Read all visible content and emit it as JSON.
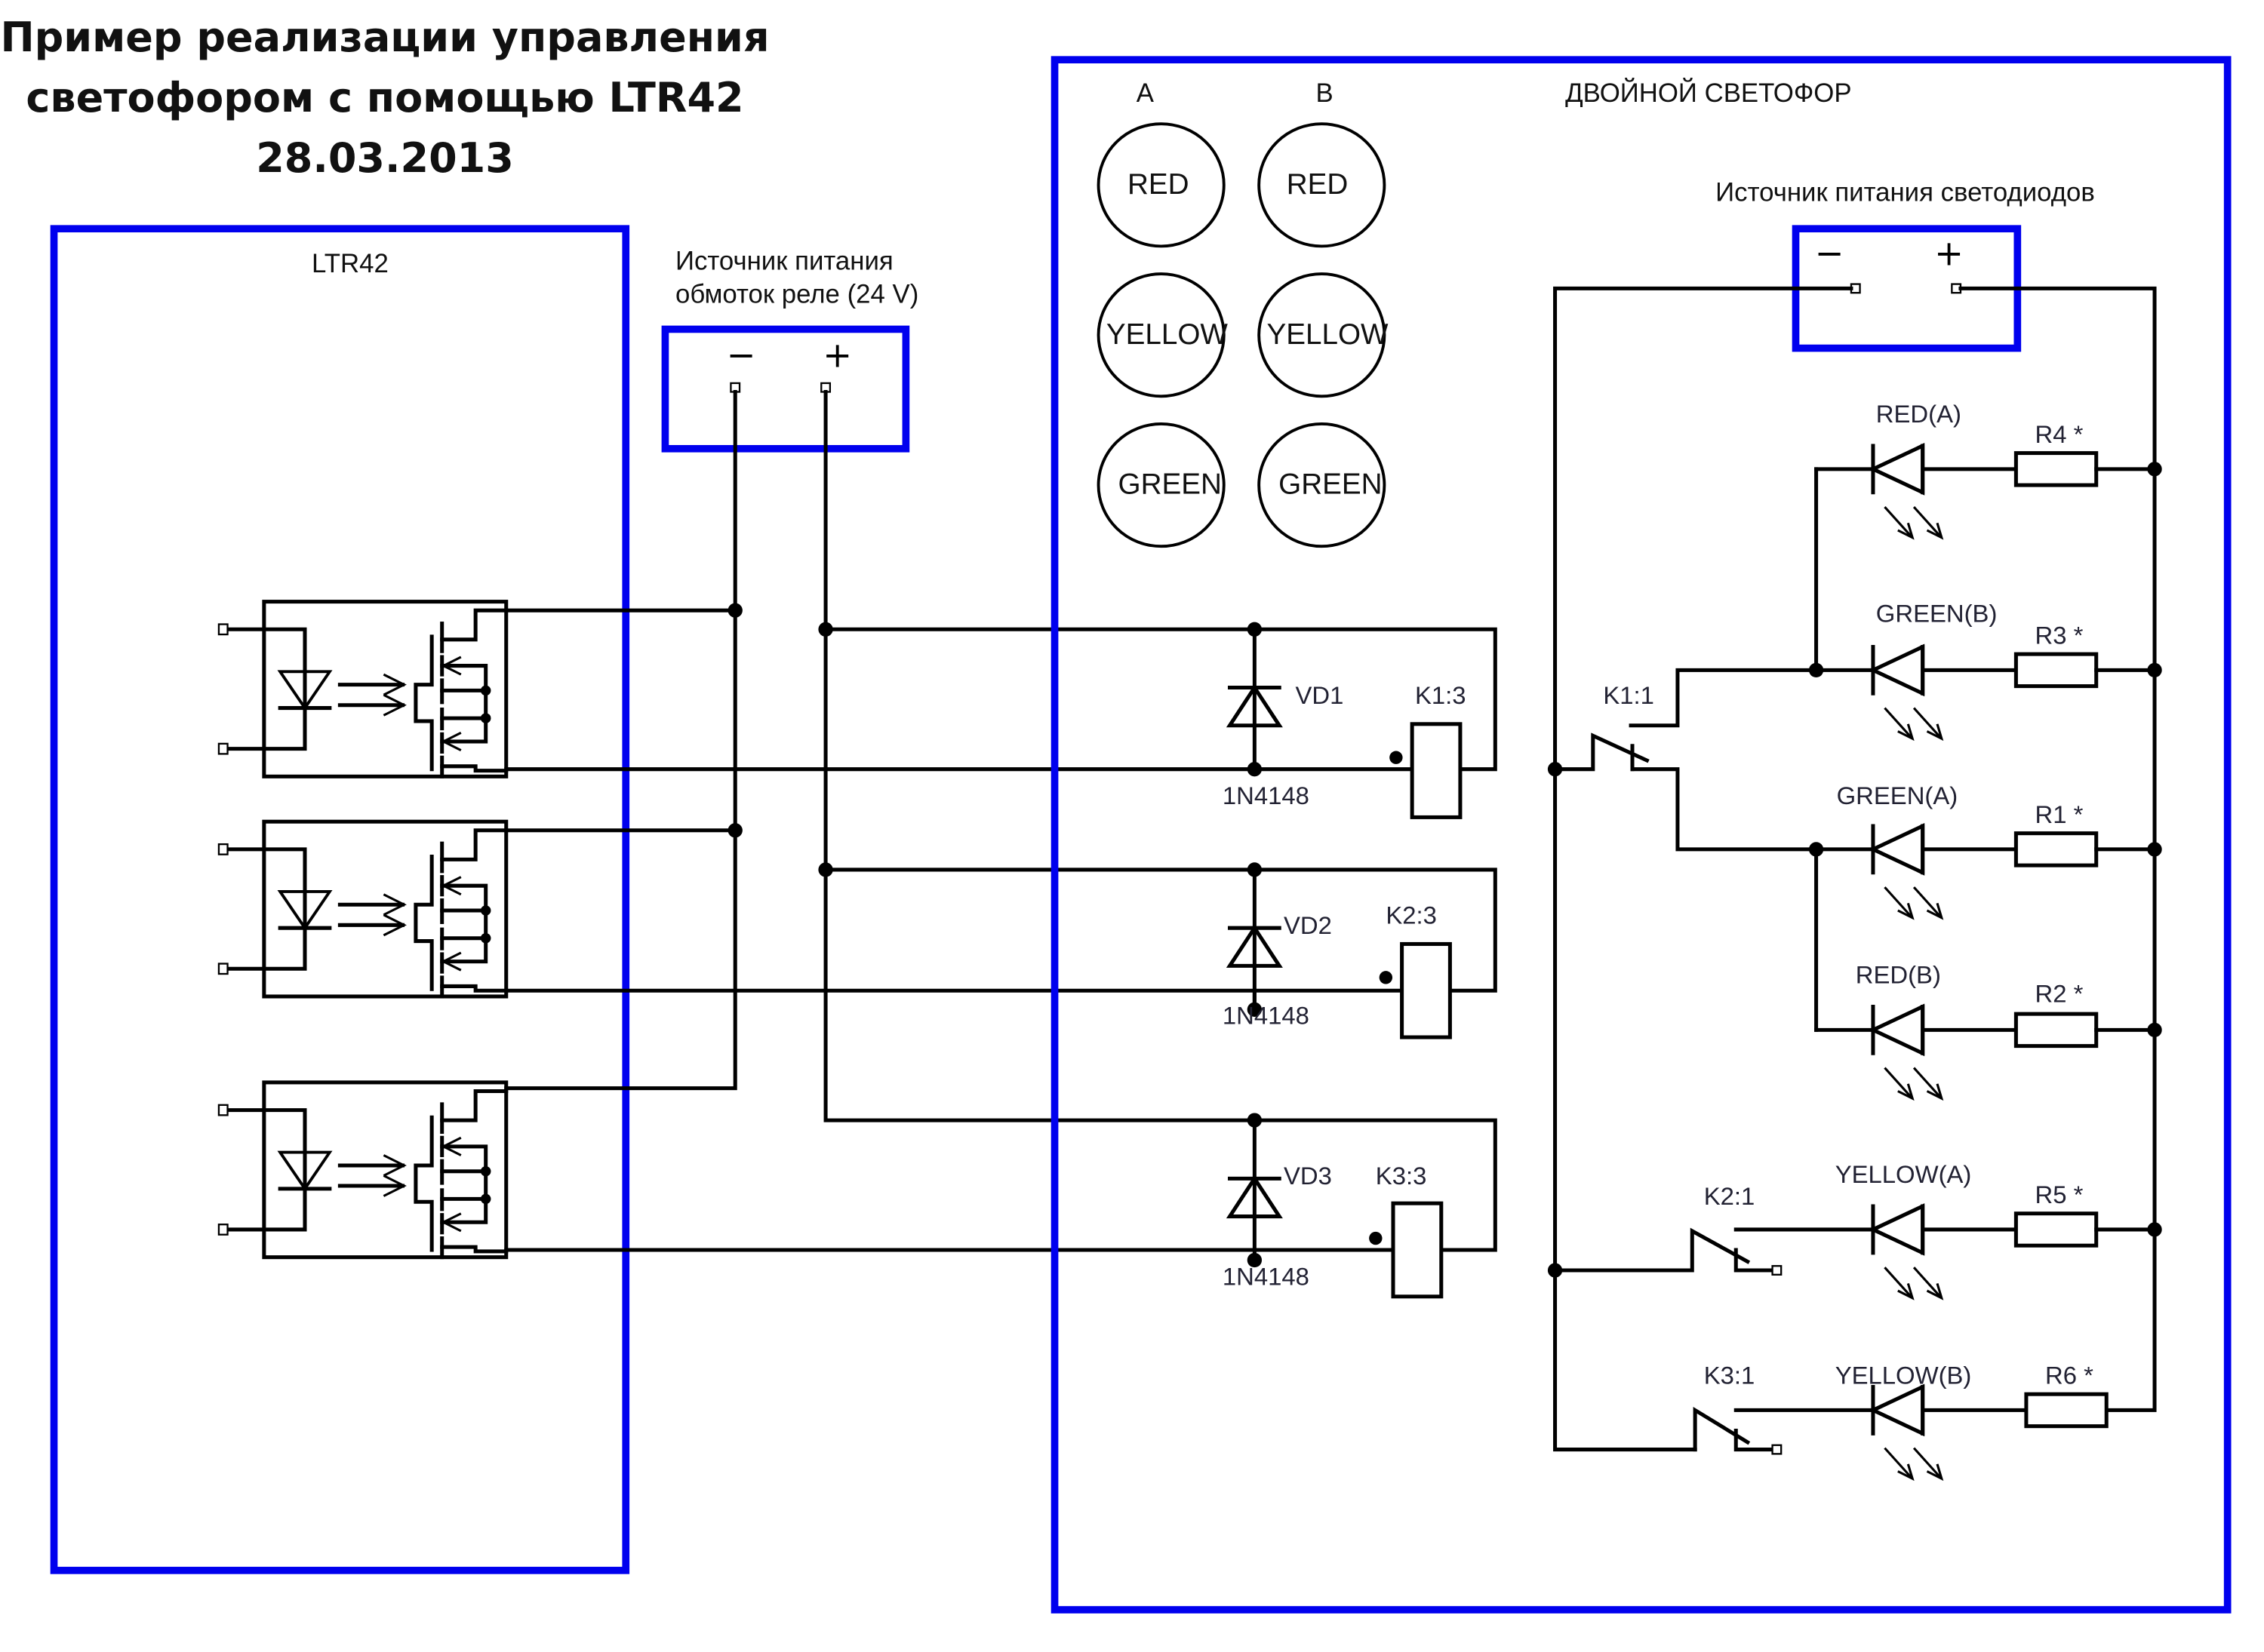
{
  "title": {
    "line1": "Пример реализации управления",
    "line2": "светофором с помощью LTR42",
    "date": "28.03.2013"
  },
  "ltr42": {
    "label": "LTR42",
    "channels": 3
  },
  "relay_psu": {
    "label_line1": "Источник питания",
    "label_line2": "обмоток реле  (24 V)",
    "minus": "−",
    "plus": "+"
  },
  "traffic_light": {
    "label": "ДВОЙНОЙ СВЕТОФОР",
    "columns": [
      {
        "name": "A",
        "lamps": [
          "RED",
          "YELLOW",
          "GREEN"
        ]
      },
      {
        "name": "B",
        "lamps": [
          "RED",
          "YELLOW",
          "GREEN"
        ]
      }
    ]
  },
  "led_psu": {
    "label": "Источник питания светодиодов",
    "minus": "−",
    "plus": "+"
  },
  "relay_coils": [
    {
      "diode": "VD1",
      "diode_part": "1N4148",
      "coil": "K1:3"
    },
    {
      "diode": "VD2",
      "diode_part": "1N4148",
      "coil": "K2:3"
    },
    {
      "diode": "VD3",
      "diode_part": "1N4148",
      "coil": "K3:3"
    }
  ],
  "contacts": [
    "K1:1",
    "K2:1",
    "K3:1"
  ],
  "leds": [
    {
      "name": "RED(A)",
      "resistor": "R4 *"
    },
    {
      "name": "GREEN(B)",
      "resistor": "R3 *"
    },
    {
      "name": "GREEN(A)",
      "resistor": "R1 *"
    },
    {
      "name": "RED(B)",
      "resistor": "R2 *"
    },
    {
      "name": "YELLOW(A)",
      "resistor": "R5 *"
    },
    {
      "name": "YELLOW(B)",
      "resistor": "R6 *"
    }
  ],
  "colors": {
    "frame": "#0000ee",
    "wire": "#000000",
    "background": "#ffffff"
  }
}
